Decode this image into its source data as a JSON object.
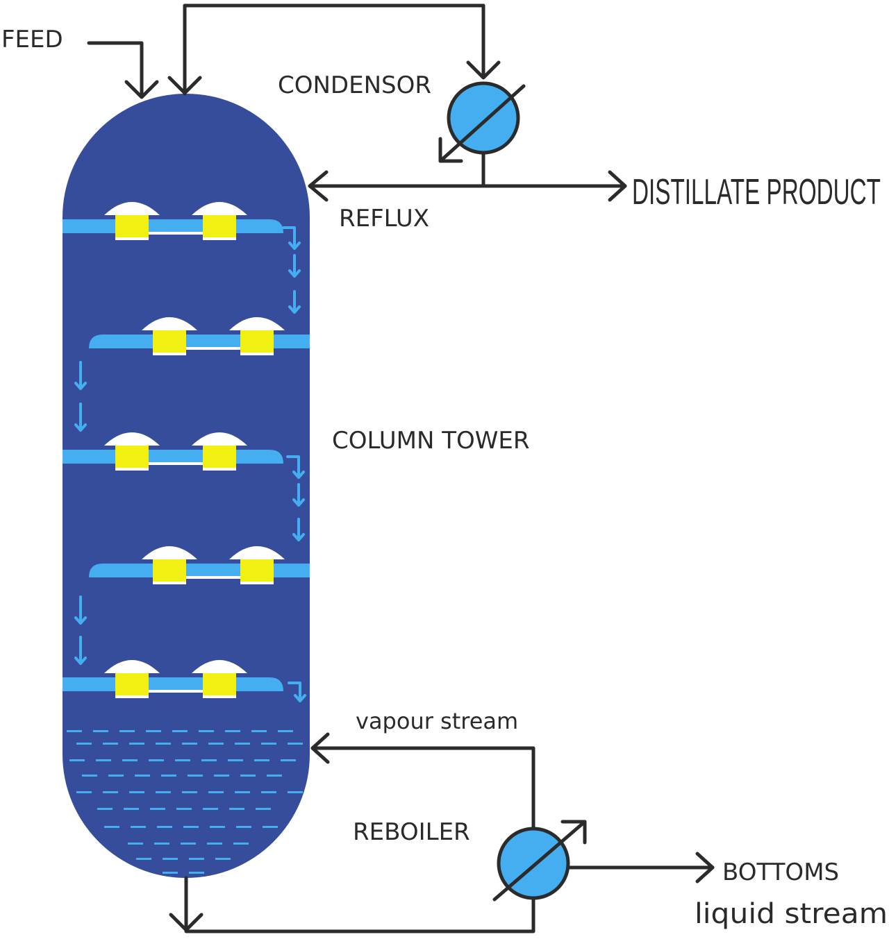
{
  "labels": {
    "feed": "FEED",
    "condensor": "CONDENSOR",
    "distillate": "DISTILLATE PRODUCT",
    "reflux": "REFLUX",
    "column": "COLUMN TOWER",
    "vapour": "vapour stream",
    "reboiler": "REBOILER",
    "bottoms": "BOTTOMS",
    "liquid": "liquid stream"
  },
  "colors": {
    "column_fill": "#364D9C",
    "tray": "#45AEF0",
    "cap": "#FFFFFF",
    "riser": "#F2F013",
    "exchanger": "#45AEF0",
    "line": "#2B2B2B"
  },
  "trays": 5
}
